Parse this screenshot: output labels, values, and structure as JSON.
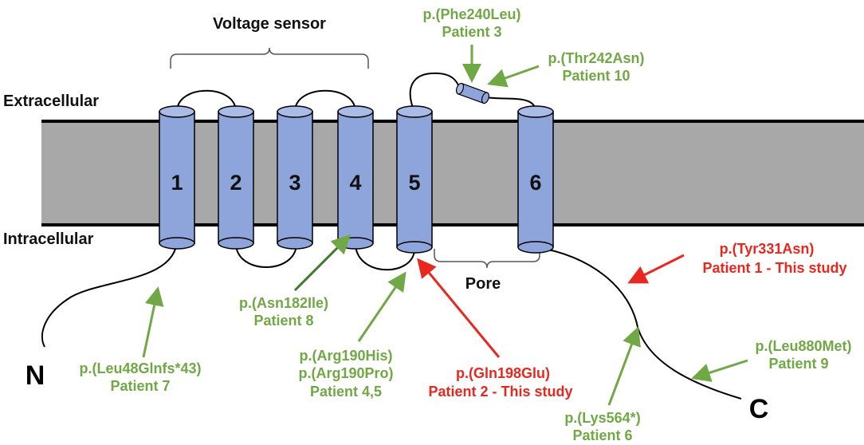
{
  "labels": {
    "extracellular": "Extracellular",
    "intracellular": "Intracellular",
    "voltage_sensor": "Voltage sensor",
    "pore": "Pore",
    "n_terminus": "N",
    "c_terminus": "C"
  },
  "segments": [
    "1",
    "2",
    "3",
    "4",
    "5",
    "6"
  ],
  "mutations": [
    {
      "variant": "p.(Phe240Leu)",
      "patient": "Patient 3"
    },
    {
      "variant": "p.(Thr242Asn)",
      "patient": "Patient 10"
    },
    {
      "variant": "p.(Tyr331Asn)",
      "patient": "Patient 1 - This study"
    },
    {
      "variant": "p.(Asn182Ile)",
      "patient": "Patient 8"
    },
    {
      "variant": "p.(Arg190His)",
      "variant2": "p.(Arg190Pro)",
      "patient": "Patient 4,5"
    },
    {
      "variant": "p.(Gln198Glu)",
      "patient": "Patient 2 - This study"
    },
    {
      "variant": "p.(Leu48Glnfs*43)",
      "patient": "Patient 7"
    },
    {
      "variant": "p.(Leu880Met)",
      "patient": "Patient 9"
    },
    {
      "variant": "p.(Lys564*)",
      "patient": "Patient 6"
    }
  ],
  "colors": {
    "reported": "#70a845",
    "this_study": "#e8281e",
    "membrane": "#a8a8a8",
    "helix": "#8ea5dc"
  }
}
